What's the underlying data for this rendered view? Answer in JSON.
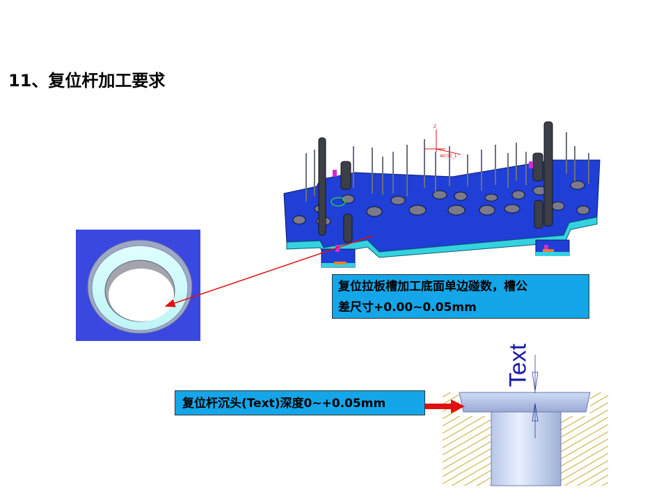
{
  "slide": {
    "title": "11、复位杆加工要求"
  },
  "callouts": {
    "slot_requirement": "复位拉板槽加工底面单边碰数，槽公\n差尺寸+0.00~0.05mm",
    "counterbore_requirement": "复位杆沉头(Text)深度0~+0.05mm"
  },
  "dimension": {
    "label": "Text"
  },
  "colors": {
    "callout_fill": "#14a6e8",
    "plate_blue": "#1f3fd6",
    "plate_cyan": "#34d2e0",
    "leader_red": "#e01010",
    "hatch": "#c8a72a"
  }
}
